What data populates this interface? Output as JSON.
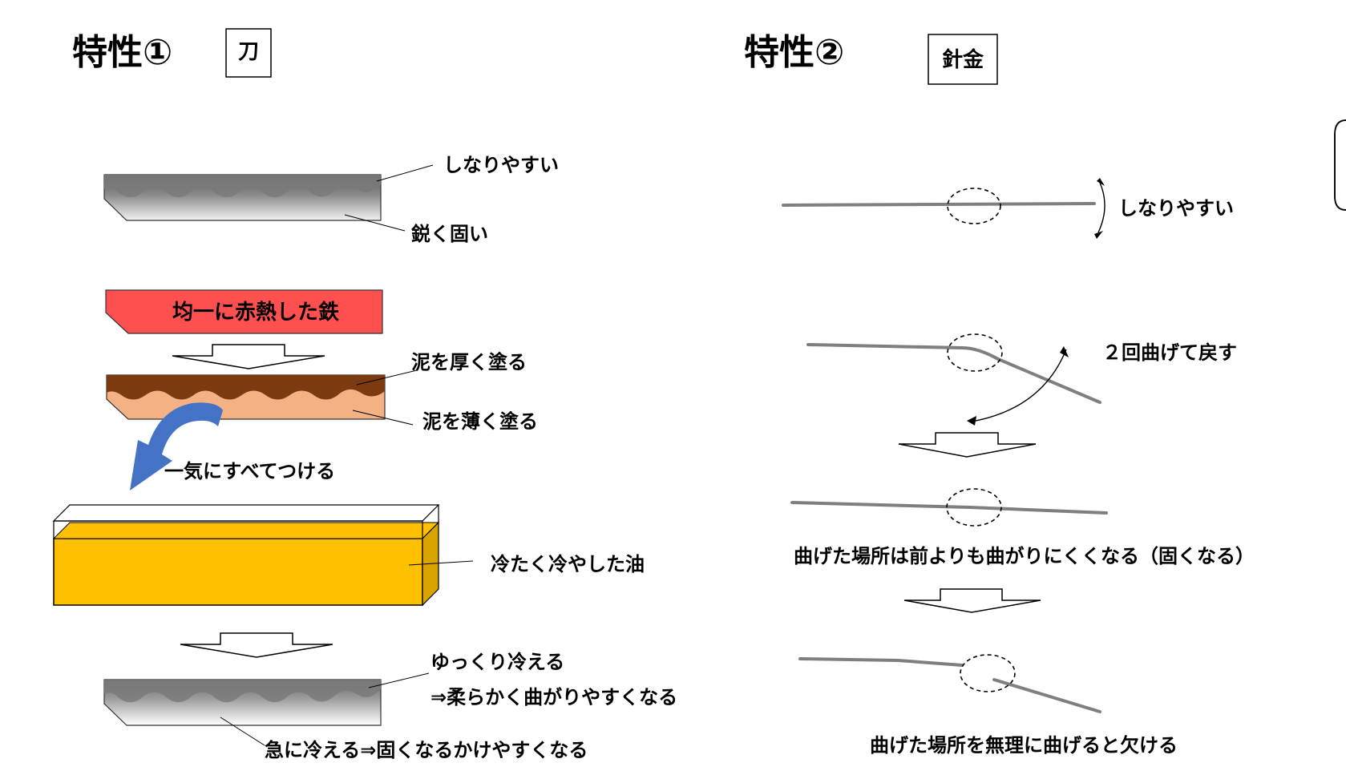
{
  "left": {
    "title": "特性①",
    "tag": "刀",
    "blade_top_label": "しなりやすい",
    "blade_bottom_label": "鋭く固い",
    "red_iron_label": "均一に赤熱した鉄",
    "mud_thick_label": "泥を厚く塗る",
    "mud_thin_label": "泥を薄く塗る",
    "dip_label": "一気にすべてつける",
    "oil_label": "冷たく冷やした油",
    "result_top_line1": "ゆっくり冷える",
    "result_top_line2": "⇒柔らかく曲がりやすくなる",
    "result_bottom": "急に冷える⇒固くなるかけやすくなる"
  },
  "right": {
    "title": "特性②",
    "tag": "針金",
    "flex_label": "しなりやすい",
    "bend_label": "２回曲げて戻す",
    "hardened_label": "曲げた場所は前よりも曲がりにくくなる（固くなる）",
    "break_label": "曲げた場所を無理に曲げると欠ける"
  },
  "colors": {
    "red_iron": "#ff5050",
    "mud_dark": "#7b3a10",
    "mud_light": "#f4b183",
    "oil": "#ffc000",
    "oil_side": "#d9a300",
    "blue_arrow": "#4472c4",
    "steel_dark": "#808080",
    "wire": "#7f7f7f"
  }
}
